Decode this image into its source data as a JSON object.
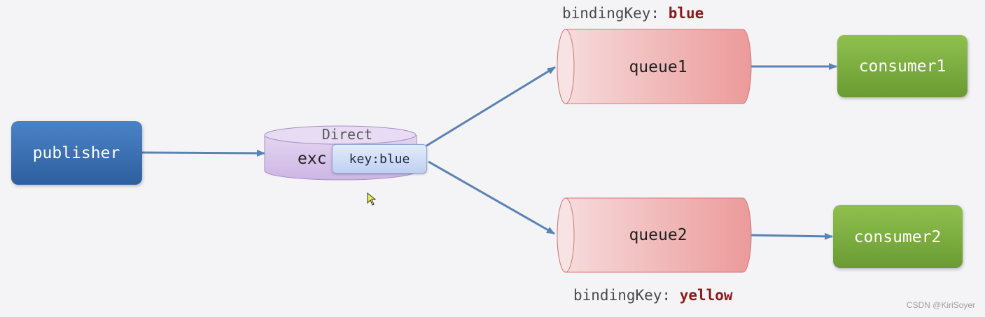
{
  "publisher": {
    "label": "publisher"
  },
  "exchange": {
    "type_label": "Direct",
    "label_visible": "exc"
  },
  "queues": [
    {
      "label": "queue1",
      "binding_prefix": "bindingKey: ",
      "binding_key": "blue"
    },
    {
      "label": "queue2",
      "binding_prefix": "bindingKey: ",
      "binding_key": "yellow"
    }
  ],
  "consumers": [
    {
      "label": "consumer1"
    },
    {
      "label": "consumer2"
    }
  ],
  "tooltip": {
    "text": "key:blue"
  },
  "watermark": "CSDN @KiriSoyer",
  "colors": {
    "publisher": "#3a6fb5",
    "exchange": "#d8c4ec",
    "queue": "#ef9a9a",
    "consumer": "#7aad3e",
    "arrow": "#5a82b4",
    "binding_key": "#8b1a1a"
  }
}
